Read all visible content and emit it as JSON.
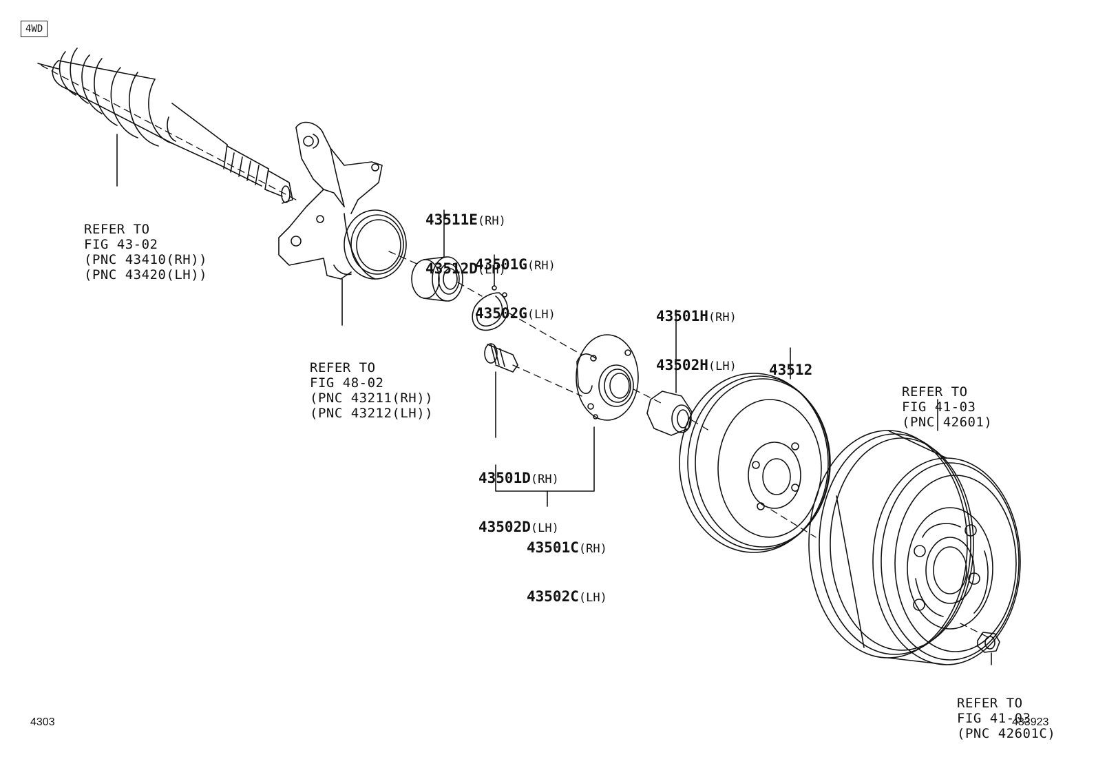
{
  "tag": "4WD",
  "labels": {
    "axle": [
      "REFER TO",
      "FIG 43-02",
      "(PNC 43410(RH))",
      "(PNC 43420(LH))"
    ],
    "knuckle": [
      "REFER TO",
      "FIG 48-02",
      "(PNC 43211(RH))",
      "(PNC 43212(LH))"
    ],
    "wheel": [
      "REFER TO",
      "FIG 41-03",
      "(PNC 42601)"
    ],
    "nut": [
      "REFER TO",
      "FIG 41-03",
      "(PNC 42601C)"
    ]
  },
  "parts": {
    "bearing": {
      "rh": "43511E",
      "rh_sfx": "(RH)",
      "lh": "43512D",
      "lh_sfx": "(LH)"
    },
    "snap_ring": {
      "rh": "43501G",
      "rh_sfx": "(RH)",
      "lh": "43502G",
      "lh_sfx": "(LH)"
    },
    "nut_hub": {
      "rh": "43501H",
      "rh_sfx": "(RH)",
      "lh": "43502H",
      "lh_sfx": "(LH)"
    },
    "disc": {
      "pn": "43512"
    },
    "bolt": {
      "rh": "43501D",
      "rh_sfx": "(RH)",
      "lh": "43502D",
      "lh_sfx": "(LH)"
    },
    "hub": {
      "rh": "43501C",
      "rh_sfx": "(RH)",
      "lh": "43502C",
      "lh_sfx": "(LH)"
    }
  },
  "footer": {
    "left": "4303",
    "right": "433923"
  }
}
